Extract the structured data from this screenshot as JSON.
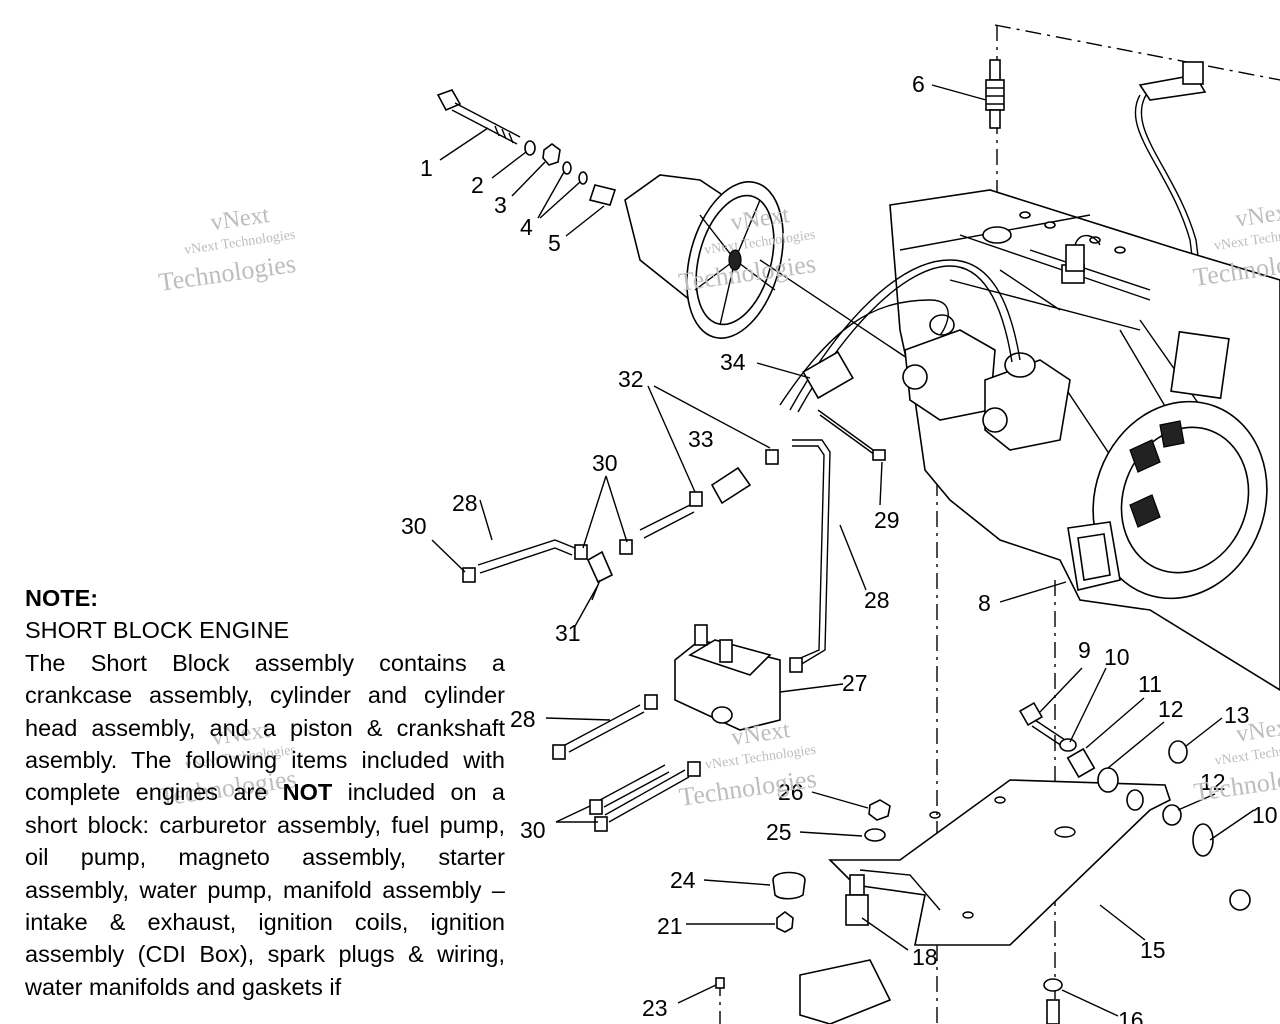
{
  "note": {
    "heading": "NOTE:",
    "subheading": "SHORT BLOCK ENGINE",
    "body_before": "The Short Block assembly contains a crankcase assembly, cylinder and cylinder head assembly, and a piston & crankshaft asembly. The following items included with complete engines are ",
    "body_bold": "NOT",
    "body_after": " included on a short block: carburetor assembly, fuel pump, oil pump, magneto assembly, starter assembly, water pump, manifold assembly – intake & exhaust, ignition coils, ignition assembly (CDI Box), spark plugs & wiring, water manifolds and gaskets if"
  },
  "watermark": {
    "line1": "vNext Technologies",
    "line2": "Technologies",
    "logo": "vNext"
  },
  "callouts": [
    {
      "label": "1"
    },
    {
      "label": "2"
    },
    {
      "label": "3"
    },
    {
      "label": "4"
    },
    {
      "label": "5"
    },
    {
      "label": "6"
    },
    {
      "label": "34"
    },
    {
      "label": "32"
    },
    {
      "label": "33"
    },
    {
      "label": "30"
    },
    {
      "label": "28"
    },
    {
      "label": "30"
    },
    {
      "label": "29"
    },
    {
      "label": "31"
    },
    {
      "label": "28"
    },
    {
      "label": "8"
    },
    {
      "label": "27"
    },
    {
      "label": "28"
    },
    {
      "label": "9"
    },
    {
      "label": "10"
    },
    {
      "label": "11"
    },
    {
      "label": "12"
    },
    {
      "label": "13"
    },
    {
      "label": "12"
    },
    {
      "label": "10"
    },
    {
      "label": "26"
    },
    {
      "label": "25"
    },
    {
      "label": "30"
    },
    {
      "label": "24"
    },
    {
      "label": "21"
    },
    {
      "label": "18"
    },
    {
      "label": "15"
    },
    {
      "label": "23"
    },
    {
      "label": "16"
    }
  ]
}
